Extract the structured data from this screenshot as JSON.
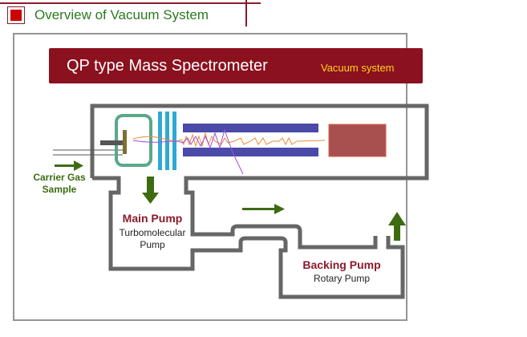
{
  "header": {
    "title": "Overview of Vacuum System",
    "icon": "red-square-icon"
  },
  "banner": {
    "title": "QP type Mass Spectrometer",
    "subtitle": "Vacuum system"
  },
  "labels": {
    "carrier_gas_line1": "Carrier Gas",
    "carrier_gas_line2": "Sample",
    "main_pump_title": "Main Pump",
    "main_pump_type_line1": "Turbomolecular",
    "main_pump_type_line2": "Pump",
    "backing_pump_title": "Backing Pump",
    "backing_pump_type": "Rotary Pump"
  },
  "colors": {
    "accent_red": "#8b111f",
    "header_green": "#2a7a1f",
    "arrow_green": "#3d6b12",
    "banner_subtitle": "#ffd21a",
    "outline_gray": "#666666",
    "ion_source": "#5aa88a",
    "lens": "#2ea8d8",
    "quadrupole": "#4a4aa8",
    "detector": "#a85050"
  }
}
